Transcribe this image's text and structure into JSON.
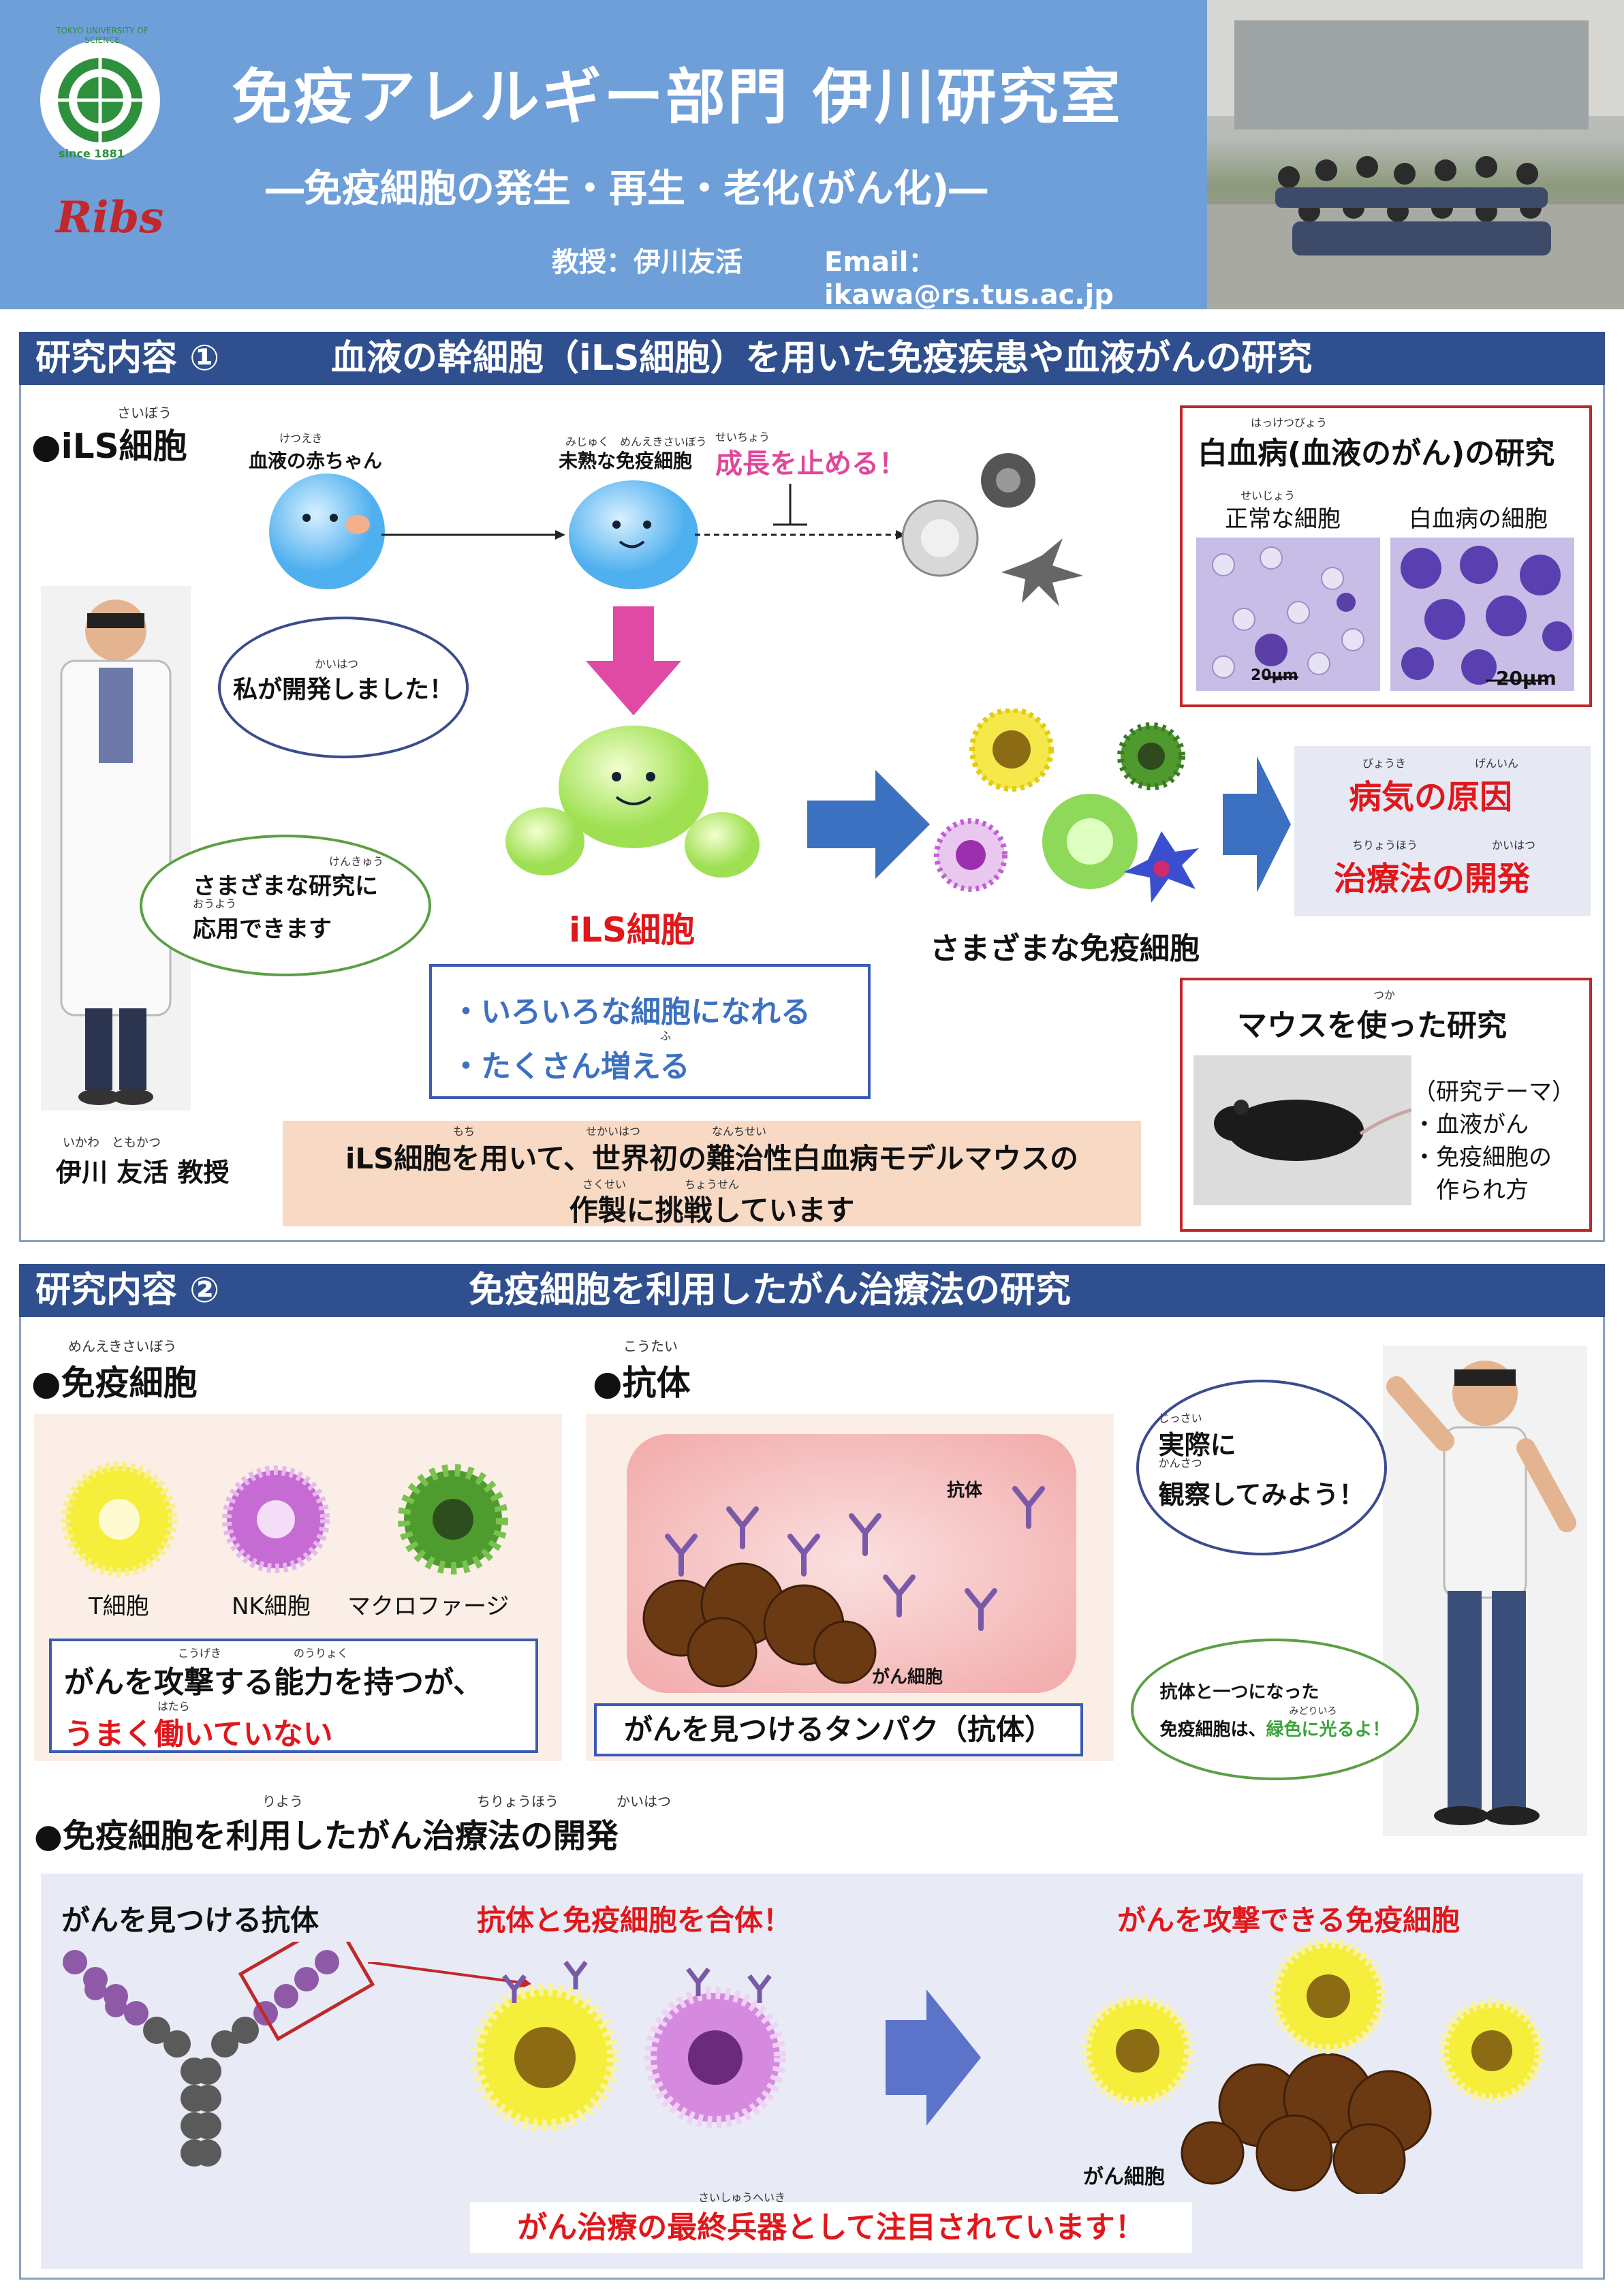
{
  "header": {
    "logo_text": "TOKYO UNIVERSITY OF SCIENCE",
    "logo_since": "since 1881",
    "ribs_logo": "Ribs",
    "title": "免疫アレルギー部門 伊川研究室",
    "subtitle": "―免疫細胞の発生・再生・老化(がん化)―",
    "professor": "教授：伊川友活",
    "email": "Email：ikawa@rs.tus.ac.jp"
  },
  "section1": {
    "label": "研究内容 ①",
    "title": "血液の幹細胞（iLS細胞）を用いた免疫疾患や血液がんの研究",
    "ils_heading": "●iLS細胞",
    "ils_heading_ruby": "さいぼう",
    "baby_label": "血液の赤ちゃん",
    "baby_ruby": "けつえき",
    "immature_label": "未熟な免疫細胞",
    "immature_ruby": "みじゅく　めんえきさいぼう",
    "stop_growth": "成長を止める！",
    "stop_ruby": "せいちょう",
    "bubble_developed": "私が開発しました！",
    "bubble_developed_ruby": "かいはつ",
    "bubble_applied": "さまざまな研究に応用できます",
    "bubble_applied_line1": "さまざまな研究に",
    "bubble_applied_line2": "応用できます",
    "bubble_applied_ruby1": "けんきゅう",
    "bubble_applied_ruby2": "おうよう",
    "ils_label": "iLS細胞",
    "ils_features": [
      "・いろいろな細胞になれる",
      "・たくさん増える"
    ],
    "ils_feature_ruby": "ふ",
    "various_cells": "さまざまな免疫細胞",
    "disease_cause": "病気の原因",
    "disease_ruby1": "びょうき",
    "disease_ruby2": "げんいん",
    "therapy_dev": "治療法の開発",
    "therapy_ruby1": "ちりょうほう",
    "therapy_ruby2": "かいはつ",
    "leukemia_title": "白血病(血液のがん)の研究",
    "leukemia_ruby": "はっけつびょう",
    "normal_cells": "正常な細胞",
    "normal_ruby": "せいじょう",
    "leukemia_cells": "白血病の細胞",
    "scale_bar": "20μm",
    "mouse_title": "マウスを使った研究",
    "mouse_ruby": "つか",
    "mouse_topics": [
      "（研究テーマ）",
      "・血液がん",
      "・免疫細胞の",
      "　作られ方"
    ],
    "professor_name": "伊川 友活 教授",
    "professor_ruby": "いかわ　ともかつ",
    "challenge_line1": "iLS細胞を用いて、世界初の難治性白血病モデルマウスの",
    "challenge_line2": "作製に挑戦しています",
    "challenge_ruby1": "もち",
    "challenge_ruby2": "せかいはつ",
    "challenge_ruby3": "なんちせい",
    "challenge_ruby4": "さくせい",
    "challenge_ruby5": "ちょうせん"
  },
  "section2": {
    "label": "研究内容 ②",
    "title": "免疫細胞を利用したがん治療法の研究",
    "immune_heading": "●免疫細胞",
    "immune_ruby": "めんえきさいぼう",
    "antibody_heading": "●抗体",
    "antibody_ruby": "こうたい",
    "cell_labels": [
      "T細胞",
      "NK細胞",
      "マクロファージ"
    ],
    "attack_line1": "がんを攻撃する能力を持つが、",
    "attack_line2": "うまく働いていない",
    "attack_ruby1": "こうげき",
    "attack_ruby2": "のうりょく",
    "attack_ruby3": "はたら",
    "antibody_label": "抗体",
    "cancer_cell_label": "がん細胞",
    "antibody_caption": "がんを見つけるタンパク（抗体）",
    "bubble_observe_line1": "実際に",
    "bubble_observe_line2": "観察してみよう！",
    "observe_ruby1": "じっさい",
    "observe_ruby2": "かんさつ",
    "bubble_green_line1": "抗体と一つになった",
    "bubble_green_line2a": "免疫細胞は、",
    "bubble_green_line2b": "緑色に光るよ！",
    "green_ruby": "みどりいろ",
    "dev_heading": "●免疫細胞を利用したがん治療法の開発",
    "dev_ruby1": "りよう",
    "dev_ruby2": "ちりょうほう",
    "dev_ruby3": "かいはつ",
    "find_antibody": "がんを見つける抗体",
    "combine": "抗体と免疫細胞を合体！",
    "attack_cells": "がんを攻撃できる免疫細胞",
    "cancer_cell_label2": "がん細胞",
    "ultimate_weapon": "がん治療の最終兵器として注目されています！",
    "weapon_ruby": "さいしゅうへいき"
  },
  "colors": {
    "header_blue": "#6f9fd8",
    "section_bar": "#2f4f8f",
    "accent_red": "#e0171b",
    "arrow_blue": "#3c70c0",
    "pink": "#e0479a",
    "panel_bg": "#fbeee6",
    "note_bg": "#f7d9c4",
    "dev_bg": "#e8ebf5"
  }
}
